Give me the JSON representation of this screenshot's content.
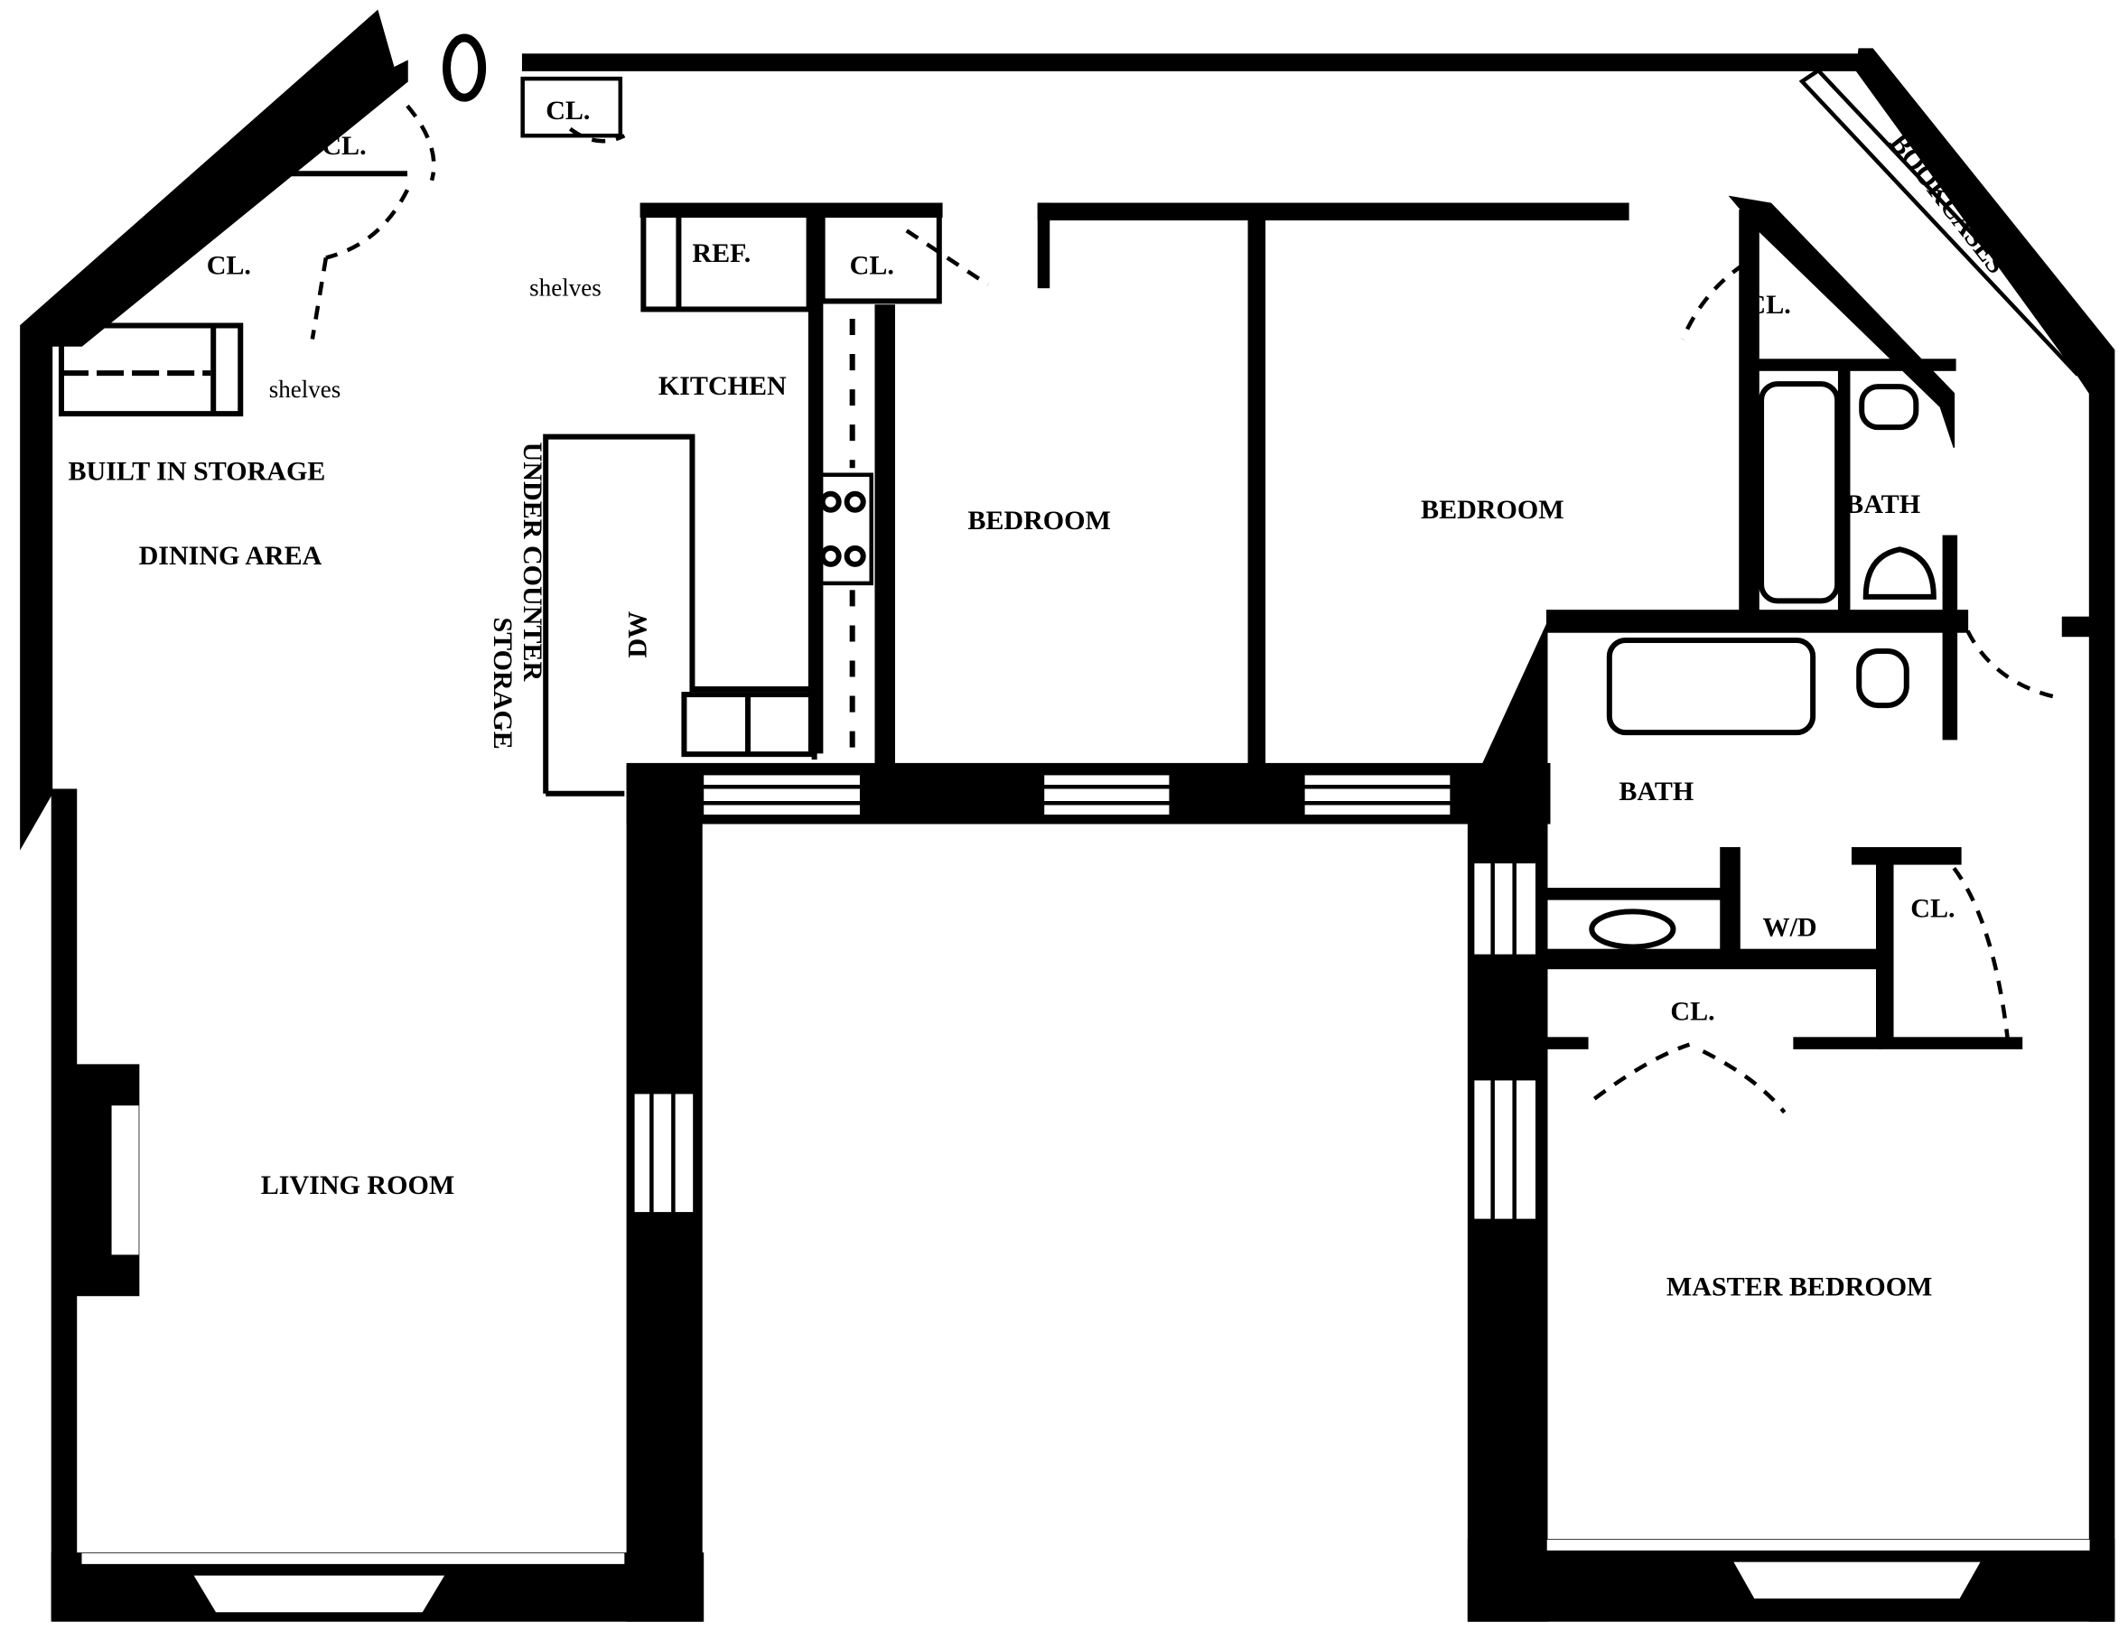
{
  "rooms": {
    "dining_area": "DINING AREA",
    "living_room": "LIVING ROOM",
    "kitchen": "KITCHEN",
    "bedroom_1": "BEDROOM",
    "bedroom_2": "BEDROOM",
    "master_bedroom": "MASTER BEDROOM",
    "bath_1": "BATH",
    "bath_2": "BATH"
  },
  "fixtures": {
    "built_in_storage": "BUILT IN STORAGE",
    "shelves_1": "shelves",
    "shelves_2": "shelves",
    "ref": "REF.",
    "dw": "DW",
    "under_counter_storage_1": "UNDER COUNTER",
    "under_counter_storage_2": "STORAGE",
    "bookcases": "BOOKCASES",
    "wd": "W/D"
  },
  "closets": [
    "CL.",
    "CL.",
    "CL.",
    "CL.",
    "CL.",
    "CL.",
    "CL."
  ],
  "colors": {
    "wall": "#000000",
    "background": "#ffffff"
  }
}
